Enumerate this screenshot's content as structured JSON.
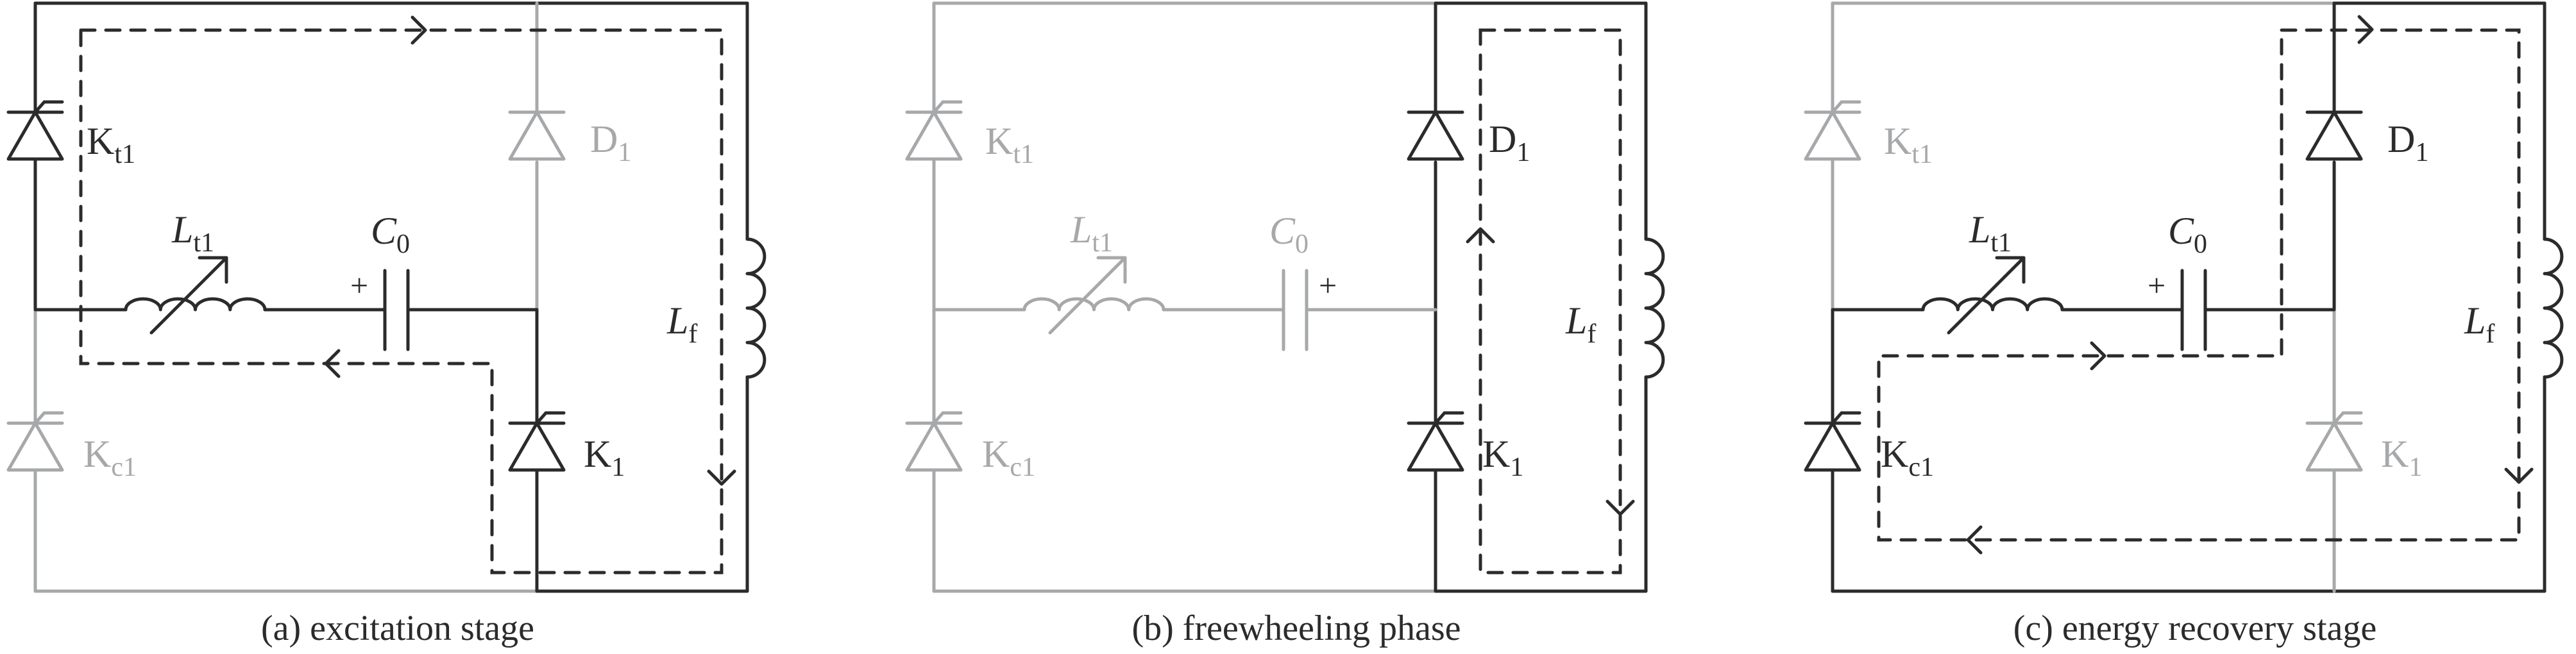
{
  "figure": {
    "colors": {
      "active": "#2b2b2b",
      "inactive": "#a7a8aa",
      "background": "#ffffff"
    },
    "labels": {
      "Kt1": {
        "main": "K",
        "sub": "t1"
      },
      "Kc1": {
        "main": "K",
        "sub": "c1"
      },
      "D1": {
        "main": "D",
        "sub": "1"
      },
      "K1": {
        "main": "K",
        "sub": "1"
      },
      "Lt1": {
        "main": "L",
        "sub": "t1"
      },
      "C0": {
        "main": "C",
        "sub": "0"
      },
      "Lf": {
        "main": "L",
        "sub": "f"
      },
      "plus": "+"
    },
    "panels": [
      {
        "id": "a",
        "caption": "(a) excitation stage",
        "active": {
          "Kt1": true,
          "Kc1": false,
          "D1": false,
          "K1": true,
          "Lt1": true,
          "C0": true,
          "Lf": true,
          "top_left": true,
          "top_right": true,
          "bottom_left": false,
          "bottom_right": true,
          "left_upper": true,
          "left_lower": false,
          "mid_left": true,
          "mid_right": true,
          "d1_branch": false,
          "k1_branch": true
        },
        "capacitor_plus_side": "left",
        "current_loop": "excitation",
        "arrows": [
          "right-top",
          "left-middle",
          "down-right"
        ]
      },
      {
        "id": "b",
        "caption": "(b) freewheeling phase",
        "active": {
          "Kt1": false,
          "Kc1": false,
          "D1": true,
          "K1": true,
          "Lt1": false,
          "C0": false,
          "Lf": true,
          "top_left": false,
          "top_right": true,
          "bottom_left": false,
          "bottom_right": true,
          "left_upper": false,
          "left_lower": false,
          "mid_left": false,
          "mid_right": false,
          "d1_branch": true,
          "k1_branch": true
        },
        "capacitor_plus_side": "right",
        "current_loop": "freewheeling",
        "arrows": [
          "up-inner",
          "down-right"
        ]
      },
      {
        "id": "c",
        "caption": "(c) energy recovery stage",
        "active": {
          "Kt1": false,
          "Kc1": true,
          "D1": true,
          "K1": false,
          "Lt1": true,
          "C0": true,
          "Lf": true,
          "top_left": false,
          "top_right": true,
          "bottom_left": true,
          "bottom_right": true,
          "left_upper": false,
          "left_lower": true,
          "mid_left": true,
          "mid_right": true,
          "d1_branch": true,
          "k1_branch": false
        },
        "capacitor_plus_side": "left",
        "current_loop": "recovery",
        "arrows": [
          "right-middle",
          "right-top",
          "down-right",
          "left-bottom"
        ]
      }
    ]
  }
}
